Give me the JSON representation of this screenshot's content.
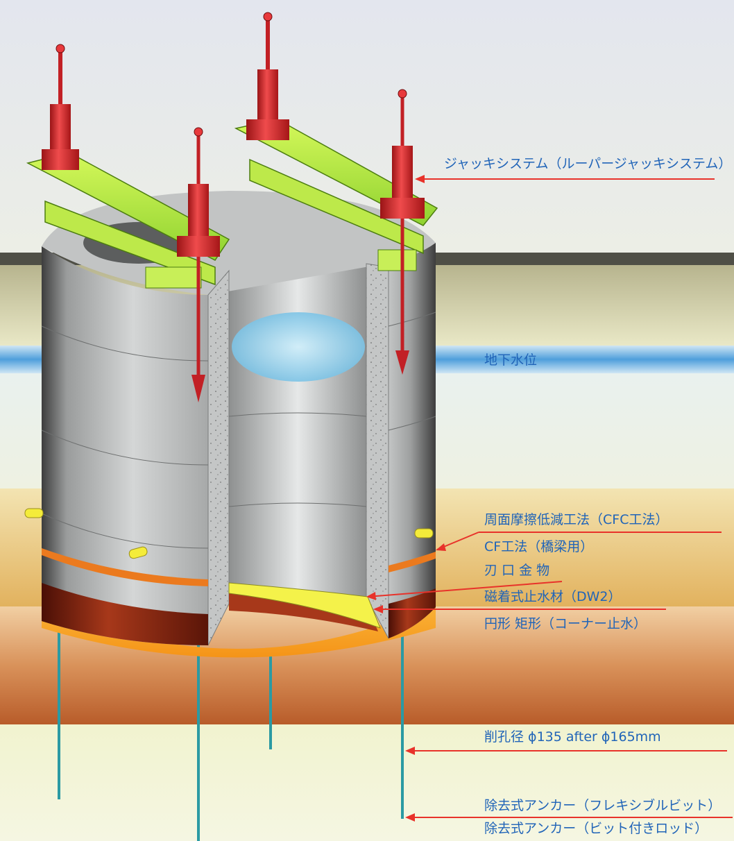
{
  "labels": {
    "jack_system": "ジャッキシステム（ルーパージャッキシステム）",
    "groundwater": "地下水位",
    "cfc_method": "周面摩擦低減工法（CFC工法）",
    "cf_method": "CF工法（橋梁用）",
    "cutting_edge": "刃 口 金 物",
    "magnetic_seal": "磁着式止水材（DW2）",
    "circle_rect": "円形 矩形（コーナー止水）",
    "drill_diameter": "削孔径 ϕ135 after ϕ165mm",
    "anchor_flexi": "除去式アンカー（フレキシブルビット）",
    "anchor_rod": "除去式アンカー（ビット付きロッド）"
  },
  "colors": {
    "label_text": "#2064b8",
    "leader_line": "#e8322a",
    "jack": "#e8393c",
    "girder": "#9ee23a",
    "caisson": "#b9bbbb",
    "water": "#8fd0ea",
    "orange_layer": "#eba33a",
    "brown_layer": "#8b2c10"
  }
}
